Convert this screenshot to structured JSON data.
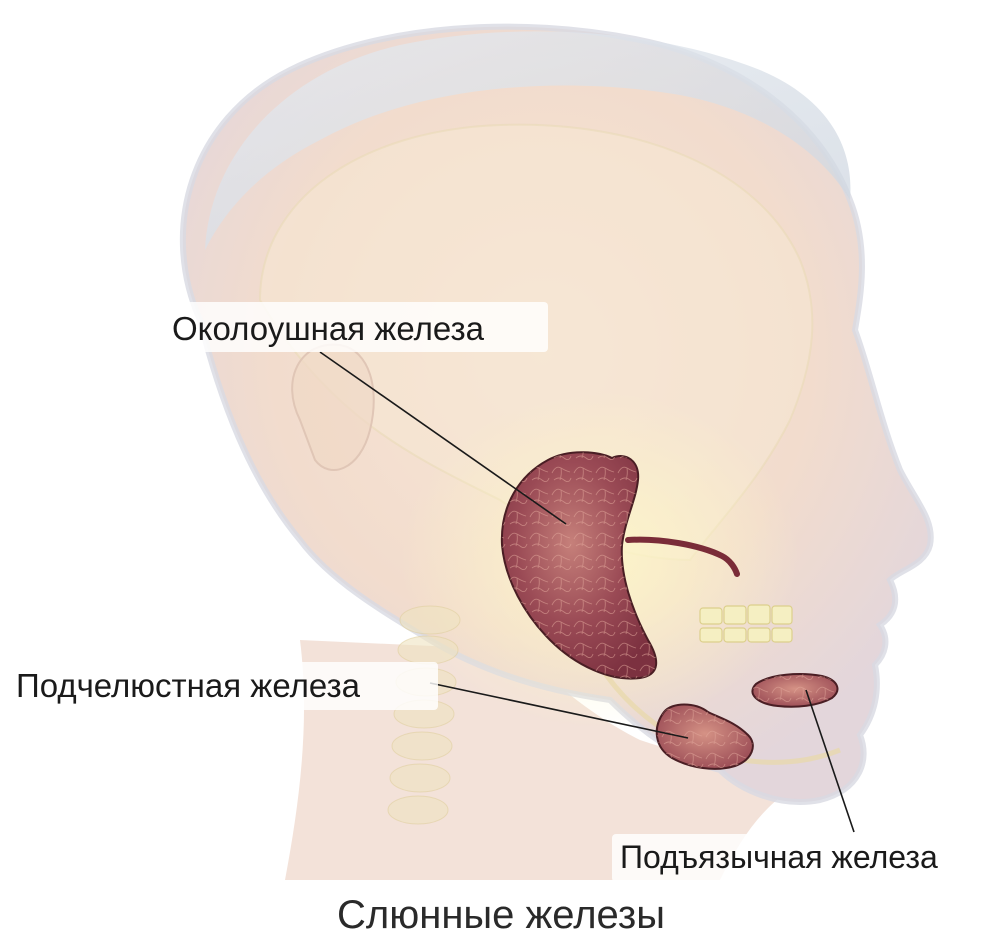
{
  "diagram": {
    "title": "Слюнные железы",
    "labels": {
      "parotid": "Околоушная железа",
      "submandibular": "Подчелюстная железа",
      "sublingual": "Подъязычная железа"
    }
  },
  "colors": {
    "background": "#ffffff",
    "skin": "#f3dfd3",
    "skin_edge": "#cfd6e0",
    "bone": "#efe6b4",
    "gland": "#8e3a48",
    "gland_light": "#c87a78",
    "gland_outline": "#4a1e24",
    "duct": "#7a2c38",
    "text": "#1a1a1a"
  }
}
